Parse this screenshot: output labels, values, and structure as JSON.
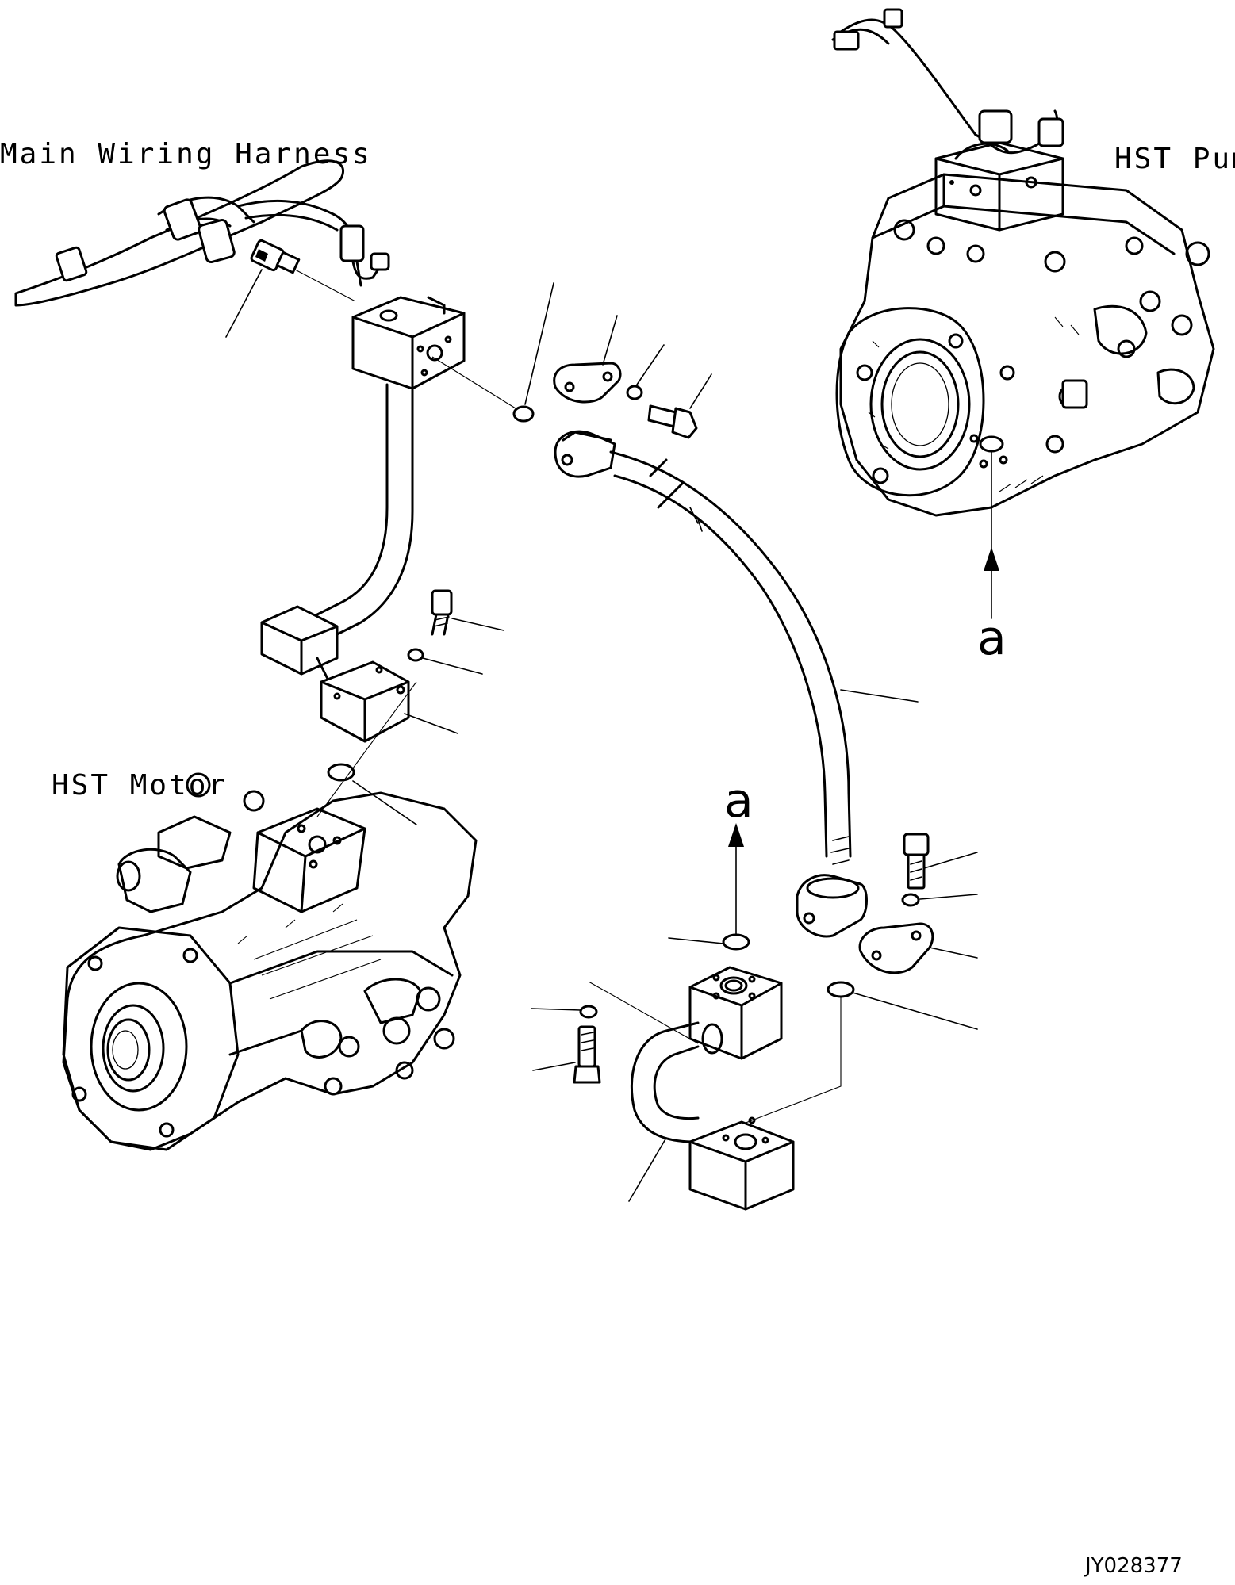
{
  "labels": {
    "main_wiring_harness": "Main Wiring Harness",
    "hst_pump": "HST Pump",
    "hst_motor": "HST Motor",
    "callout_a": "a",
    "drawing_ref": "JY028377"
  }
}
